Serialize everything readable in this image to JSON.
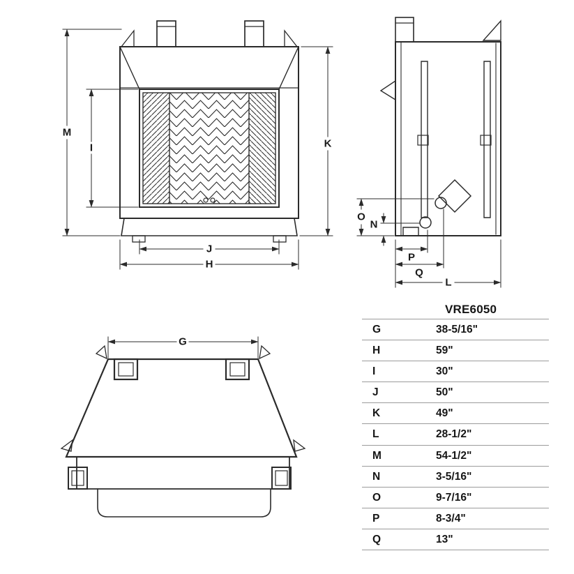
{
  "page": {
    "background": "#ffffff",
    "line_color": "#2b2b2b",
    "table_rule_color": "#9b9b9b"
  },
  "views": {
    "front": {
      "labels": {
        "M": "M",
        "I": "I",
        "K": "K",
        "J": "J",
        "H": "H"
      }
    },
    "side": {
      "labels": {
        "O": "O",
        "N": "N",
        "P": "P",
        "Q": "Q",
        "L": "L"
      }
    },
    "top": {
      "labels": {
        "G": "G"
      }
    }
  },
  "spec_table": {
    "header": "VRE6050",
    "rows": [
      {
        "dim": "G",
        "value": "38-5/16\""
      },
      {
        "dim": "H",
        "value": "59\""
      },
      {
        "dim": "I",
        "value": "30\""
      },
      {
        "dim": "J",
        "value": "50\""
      },
      {
        "dim": "K",
        "value": "49\""
      },
      {
        "dim": "L",
        "value": "28-1/2\""
      },
      {
        "dim": "M",
        "value": "54-1/2\""
      },
      {
        "dim": "N",
        "value": "3-5/16\""
      },
      {
        "dim": "O",
        "value": "9-7/16\""
      },
      {
        "dim": "P",
        "value": "8-3/4\""
      },
      {
        "dim": "Q",
        "value": "13\""
      }
    ]
  }
}
